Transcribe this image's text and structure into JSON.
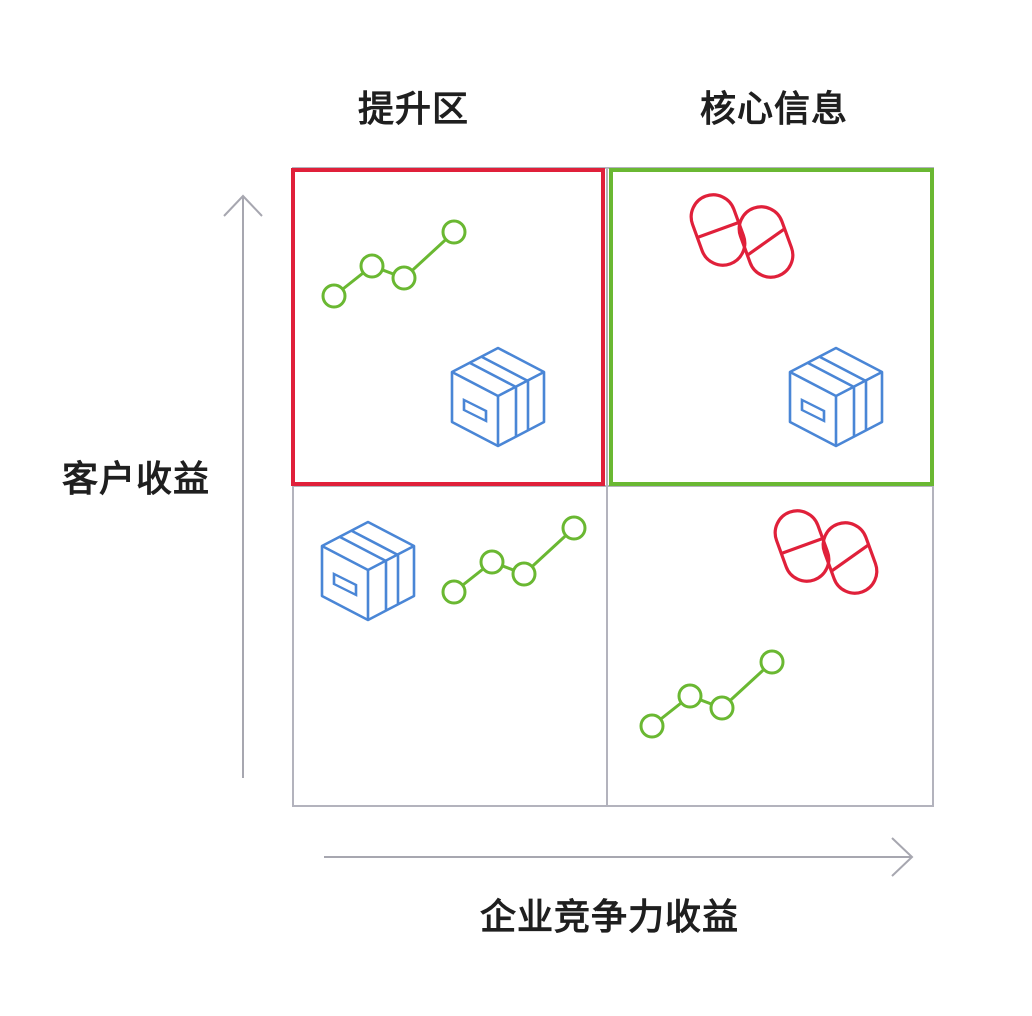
{
  "quadrant_titles": {
    "top_left": "提升区",
    "top_right": "核心信息"
  },
  "axes": {
    "y_label": "客户收益",
    "x_label": "企业竞争力收益"
  },
  "quadrants": {
    "top_left": {
      "highlight": "red",
      "icons": [
        "trend-line-icon",
        "box-icon"
      ]
    },
    "top_right": {
      "highlight": "green",
      "icons": [
        "capsule-pair-icon",
        "box-icon"
      ]
    },
    "bottom_left": {
      "highlight": "none",
      "icons": [
        "box-icon",
        "trend-line-icon"
      ]
    },
    "bottom_right": {
      "highlight": "none",
      "icons": [
        "capsule-pair-icon",
        "trend-line-icon"
      ]
    }
  },
  "colors": {
    "red": "#e0203a",
    "green": "#6ab832",
    "blue": "#4a86d6",
    "grid": "#b3b3bd",
    "arrow": "#a7a7b0",
    "text": "#1f1f1f"
  }
}
